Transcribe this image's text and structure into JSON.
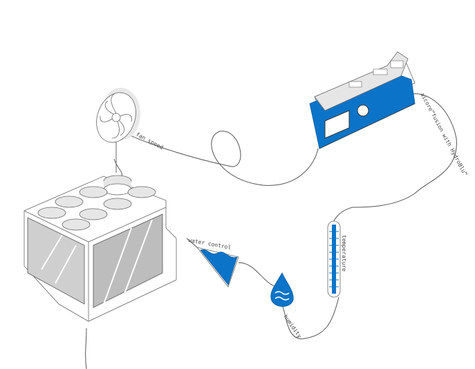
{
  "labels": {
    "fan_speed": "fan speed",
    "water_control": "water control",
    "humidity": "humidity",
    "temperature": "temperature",
    "controller": "aicore™fusion with HydroBlu™"
  },
  "colors": {
    "accent": "#0b74c8",
    "line": "#555555",
    "fill": "#e6e6e6"
  }
}
